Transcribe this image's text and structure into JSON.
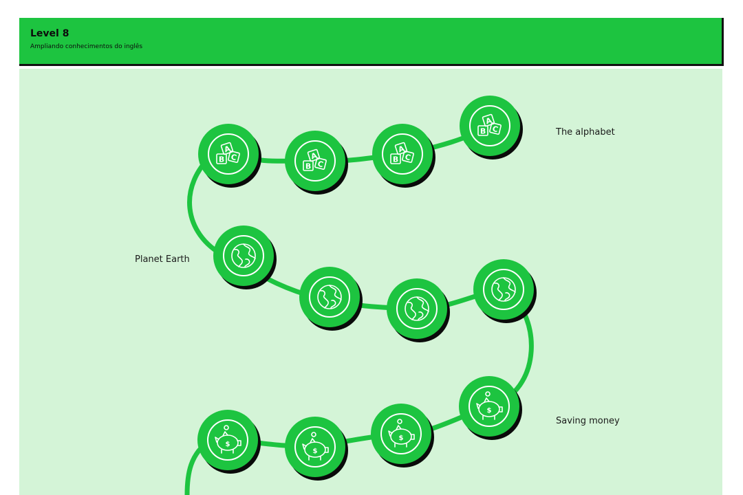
{
  "header": {
    "title": "Level 8",
    "subtitle": "Ampliando conhecimentos do inglês"
  },
  "colors": {
    "header_bg": "#1dc440",
    "map_bg": "#d4f4d7",
    "node_fill": "#1dc440",
    "node_shadow": "#0a0a0a",
    "path_stroke": "#1dc440"
  },
  "sections": [
    {
      "label": "The alphabet",
      "icon": "abc-blocks-icon",
      "lesson_count": 4
    },
    {
      "label": "Planet Earth",
      "icon": "globe-icon",
      "lesson_count": 4
    },
    {
      "label": "Saving money",
      "icon": "piggy-bank-icon",
      "lesson_count": 4
    }
  ]
}
